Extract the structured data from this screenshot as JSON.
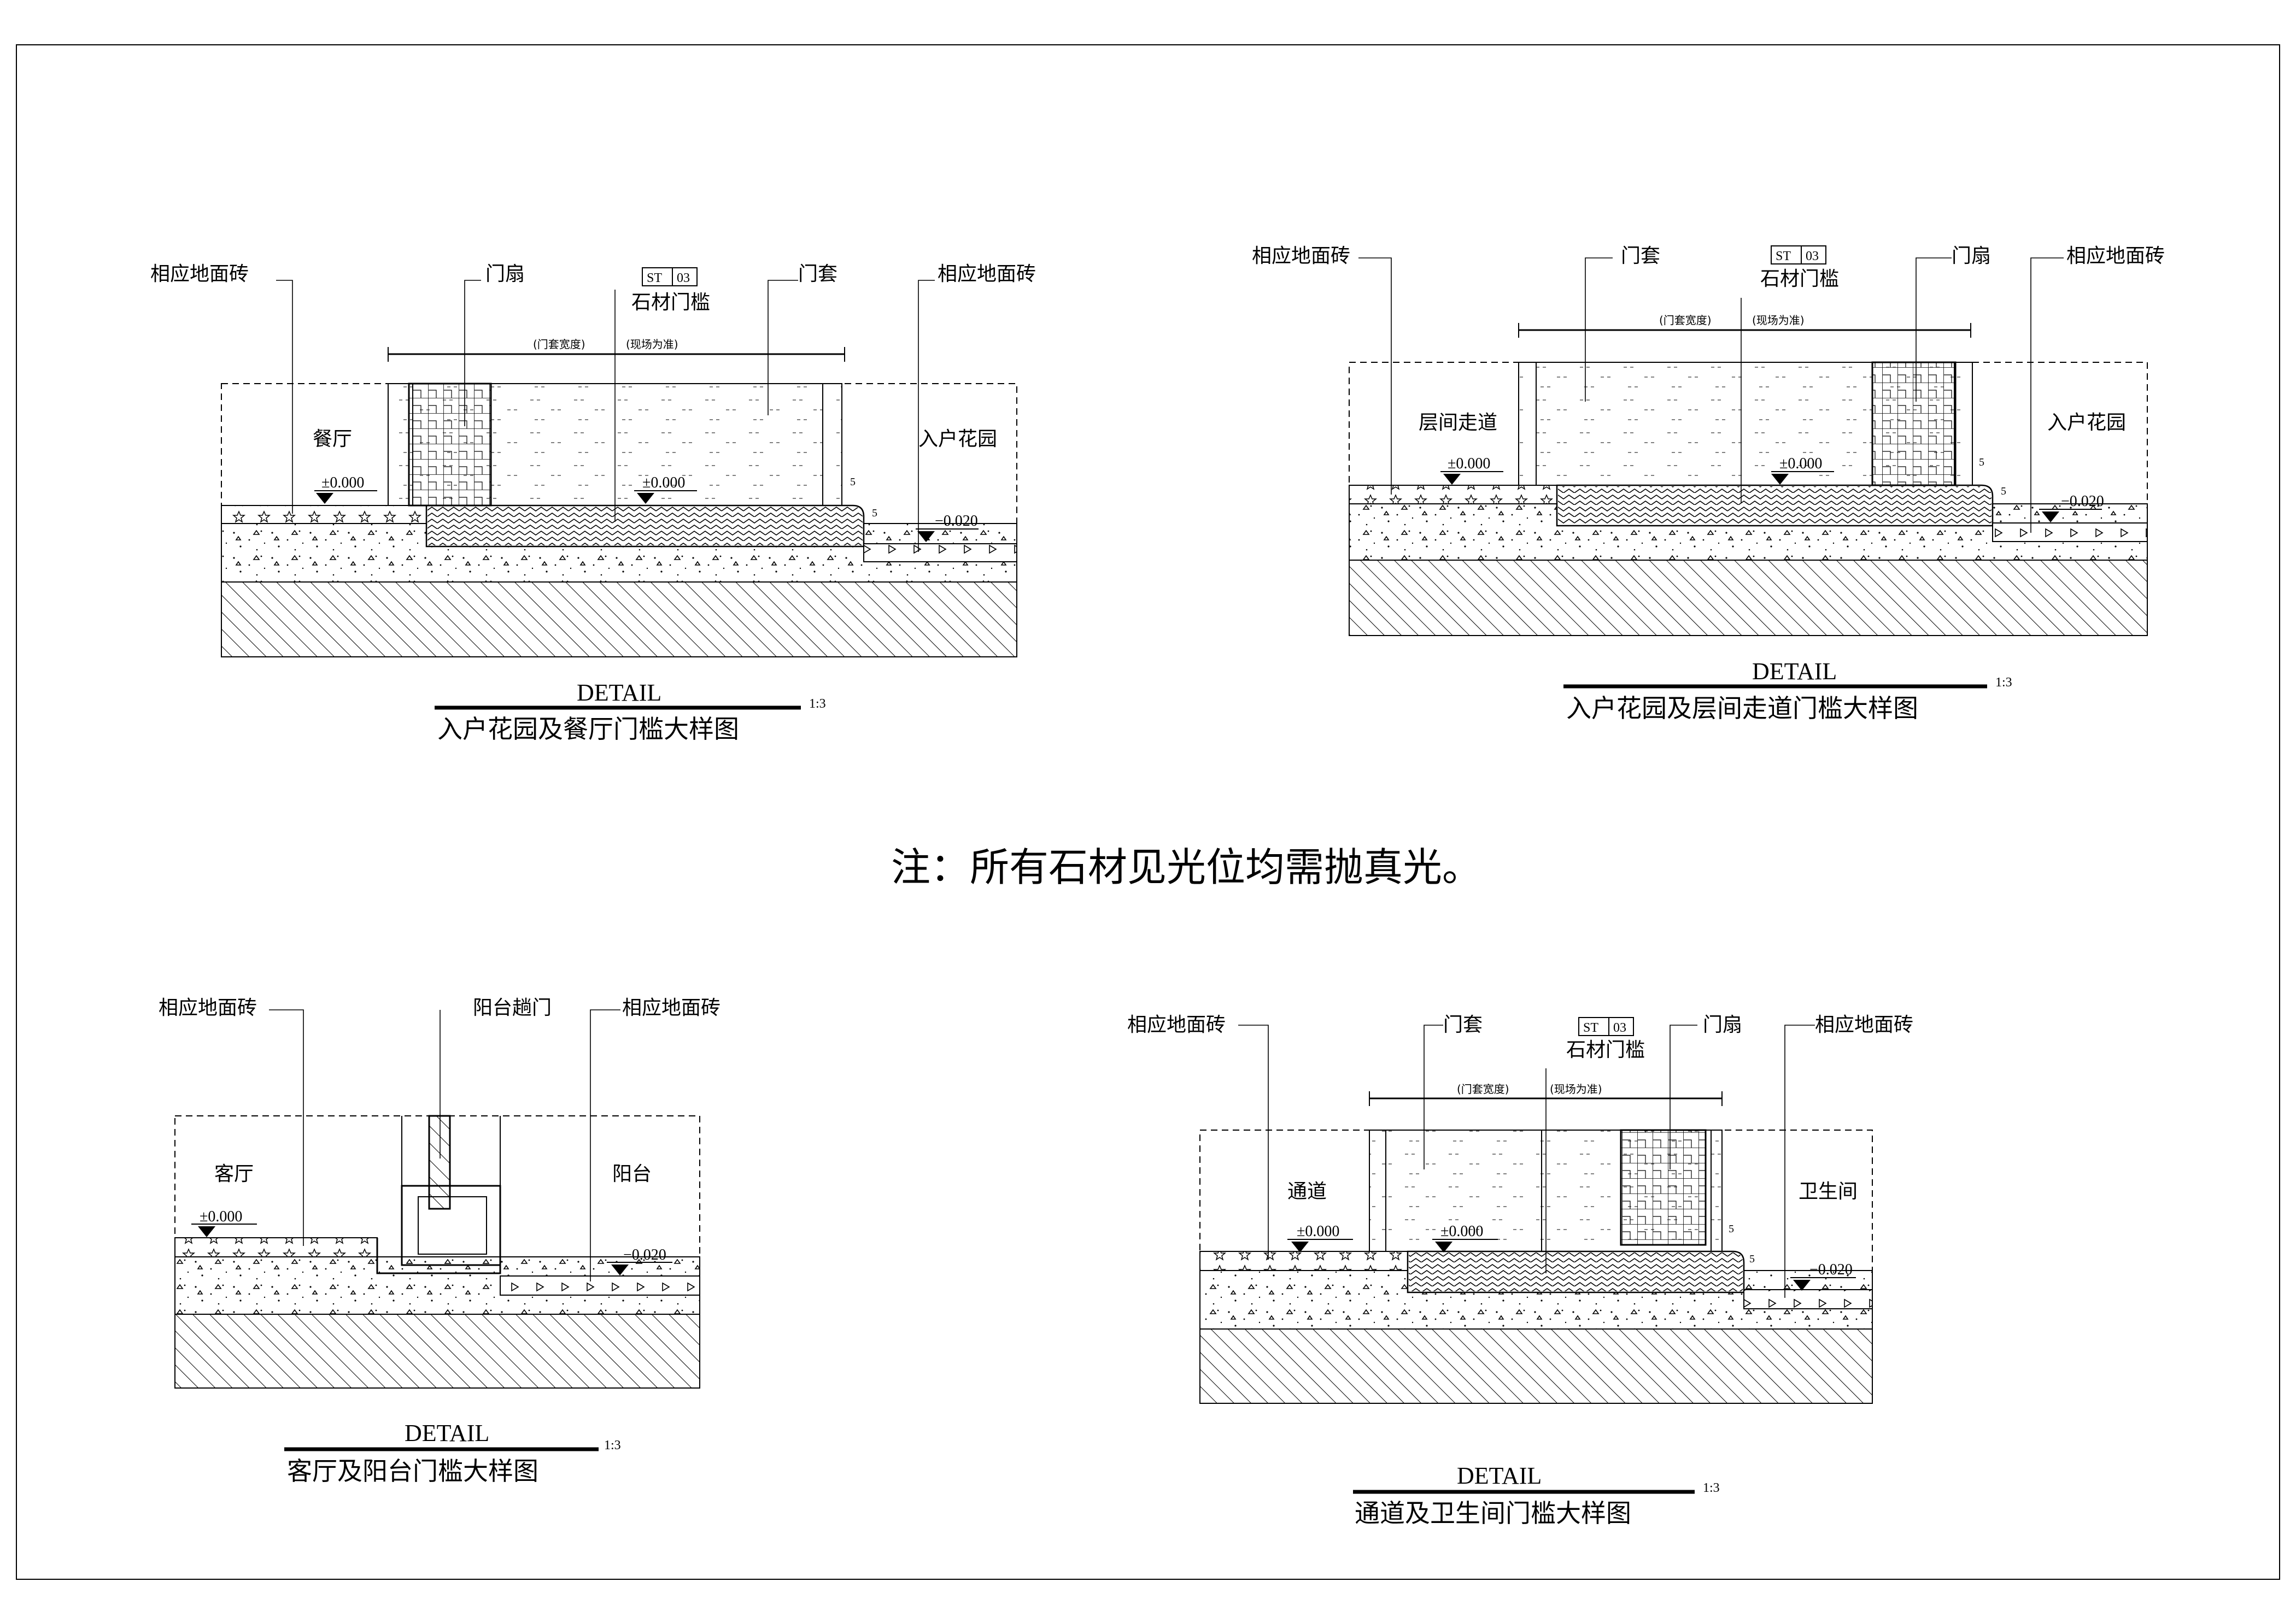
{
  "note": "注：所有石材见光位均需抛真光。",
  "colors": {
    "line": "#000000",
    "background": "#ffffff"
  },
  "details": [
    {
      "id": "d1",
      "title": "入户花园及餐厅门槛大样图",
      "detail_label": "DETAIL",
      "scale": "1:3",
      "room_left": "餐厅",
      "room_right": "入户花园",
      "labels": {
        "tile_left": "相应地面砖",
        "door_leaf": "门扇",
        "stone_code_a": "ST",
        "stone_code_b": "03",
        "stone": "石材门槛",
        "frame": "门套",
        "tile_right": "相应地面砖"
      },
      "dimension": {
        "a": "(门套宽度)",
        "b": "(现场为准)"
      },
      "levels": {
        "left": "±0.000",
        "mid": "±0.000",
        "right": "−0.020"
      },
      "small": {
        "a": "5",
        "b": "5"
      }
    },
    {
      "id": "d2",
      "title": "入户花园及层间走道门槛大样图",
      "detail_label": "DETAIL",
      "scale": "1:3",
      "room_left": "层间走道",
      "room_right": "入户花园",
      "labels": {
        "tile_left": "相应地面砖",
        "frame": "门套",
        "stone_code_a": "ST",
        "stone_code_b": "03",
        "stone": "石材门槛",
        "door_leaf": "门扇",
        "tile_right": "相应地面砖"
      },
      "dimension": {
        "a": "(门套宽度)",
        "b": "(现场为准)"
      },
      "levels": {
        "left": "±0.000",
        "mid": "±0.000",
        "right": "−0.020"
      },
      "small": {
        "a": "5",
        "b": "5"
      }
    },
    {
      "id": "d3",
      "title": "客厅及阳台门槛大样图",
      "detail_label": "DETAIL",
      "scale": "1:3",
      "room_left": "客厅",
      "room_right": "阳台",
      "labels": {
        "tile_left": "相应地面砖",
        "door": "阳台趟门",
        "tile_right": "相应地面砖"
      },
      "levels": {
        "left": "±0.000",
        "right": "−0.020"
      }
    },
    {
      "id": "d4",
      "title": "通道及卫生间门槛大样图",
      "detail_label": "DETAIL",
      "scale": "1:3",
      "room_left": "通道",
      "room_right": "卫生间",
      "labels": {
        "tile_left": "相应地面砖",
        "frame": "门套",
        "stone_code_a": "ST",
        "stone_code_b": "03",
        "stone": "石材门槛",
        "door_leaf": "门扇",
        "tile_right": "相应地面砖"
      },
      "dimension": {
        "a": "(门套宽度)",
        "b": "(现场为准)"
      },
      "levels": {
        "left": "±0.000",
        "mid": "±0.000",
        "right": "−0.020"
      },
      "small": {
        "a": "5",
        "b": "5"
      }
    }
  ]
}
